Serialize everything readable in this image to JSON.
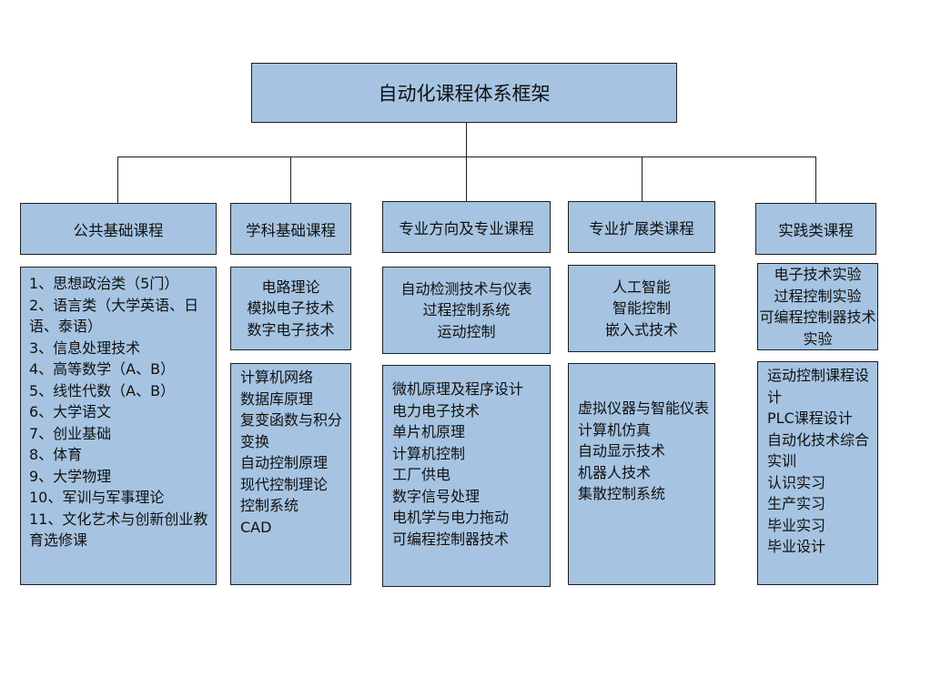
{
  "root": {
    "title": "自动化课程体系框架"
  },
  "categories": [
    {
      "title": "公共基础课程",
      "groups": [
        [
          "1、思想政治类（5门）",
          "2、语言类（大学英语、日语、泰语）",
          "3、信息处理技术",
          "4、高等数学（A、B）",
          "5、线性代数（A、B）",
          "6、大学语文",
          "7、创业基础",
          "8、体育",
          "9、大学物理",
          "10、军训与军事理论",
          "11、文化艺术与创新创业教育选修课"
        ]
      ]
    },
    {
      "title": "学科基础课程",
      "groups": [
        [
          "电路理论",
          "模拟电子技术",
          "数字电子技术"
        ],
        [
          "计算机网络",
          "数据库原理",
          "复变函数与积分变换",
          "自动控制原理",
          "现代控制理论",
          "控制系统",
          "CAD"
        ]
      ]
    },
    {
      "title": "专业方向及专业课程",
      "groups": [
        [
          "自动检测技术与仪表",
          "过程控制系统",
          "运动控制"
        ],
        [
          "微机原理及程序设计",
          "电力电子技术",
          "单片机原理",
          "计算机控制",
          "工厂供电",
          "数字信号处理",
          "电机学与电力拖动",
          "可编程控制器技术"
        ]
      ]
    },
    {
      "title": "专业扩展类课程",
      "groups": [
        [
          "人工智能",
          "智能控制",
          "嵌入式技术"
        ],
        [
          "虚拟仪器与智能仪表",
          "计算机仿真",
          "自动显示技术",
          "机器人技术",
          "集散控制系统"
        ]
      ]
    },
    {
      "title": "实践类课程",
      "groups": [
        [
          "电子技术实验",
          "过程控制实验",
          "可编程控制器技术实验"
        ],
        [
          "运动控制课程设计",
          "PLC课程设计",
          "自动化技术综合实训",
          "认识实习",
          "生产实习",
          "毕业实习",
          "毕业设计"
        ]
      ]
    }
  ]
}
